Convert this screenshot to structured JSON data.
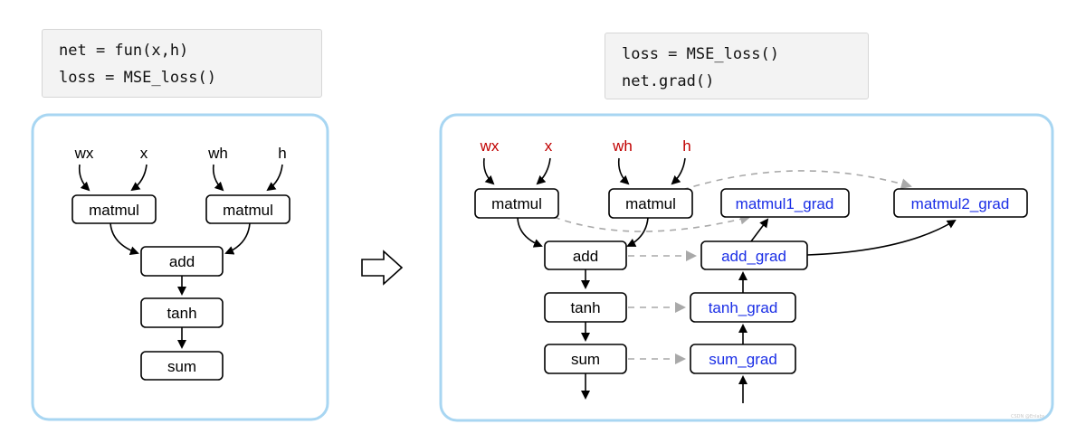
{
  "code_left": {
    "line1": "net = fun(x,h)",
    "line2": "loss = MSE_loss()"
  },
  "code_right": {
    "line1": "loss = MSE_loss()",
    "line2": "net.grad()"
  },
  "left_graph": {
    "inputs": [
      "wx",
      "x",
      "wh",
      "h"
    ],
    "nodes": {
      "matmul1": "matmul",
      "matmul2": "matmul",
      "add": "add",
      "tanh": "tanh",
      "sum": "sum"
    }
  },
  "right_graph": {
    "inputs": [
      "wx",
      "x",
      "wh",
      "h"
    ],
    "nodes": {
      "matmul1": "matmul",
      "matmul2": "matmul",
      "add": "add",
      "tanh": "tanh",
      "sum": "sum"
    },
    "grad_nodes": {
      "matmul1_grad": "matmul1_grad",
      "matmul2_grad": "matmul2_grad",
      "add_grad": "add_grad",
      "tanh_grad": "tanh_grad",
      "sum_grad": "sum_grad"
    }
  },
  "colors": {
    "panel_border": "#a8d6f2",
    "input_red": "#c00000",
    "grad_blue": "#1a2ee6",
    "dashed_edge": "#a9a9a9"
  },
  "transform_arrow_icon": "hollow-right-arrow-icon",
  "watermark": "CSDN @Enlabs"
}
